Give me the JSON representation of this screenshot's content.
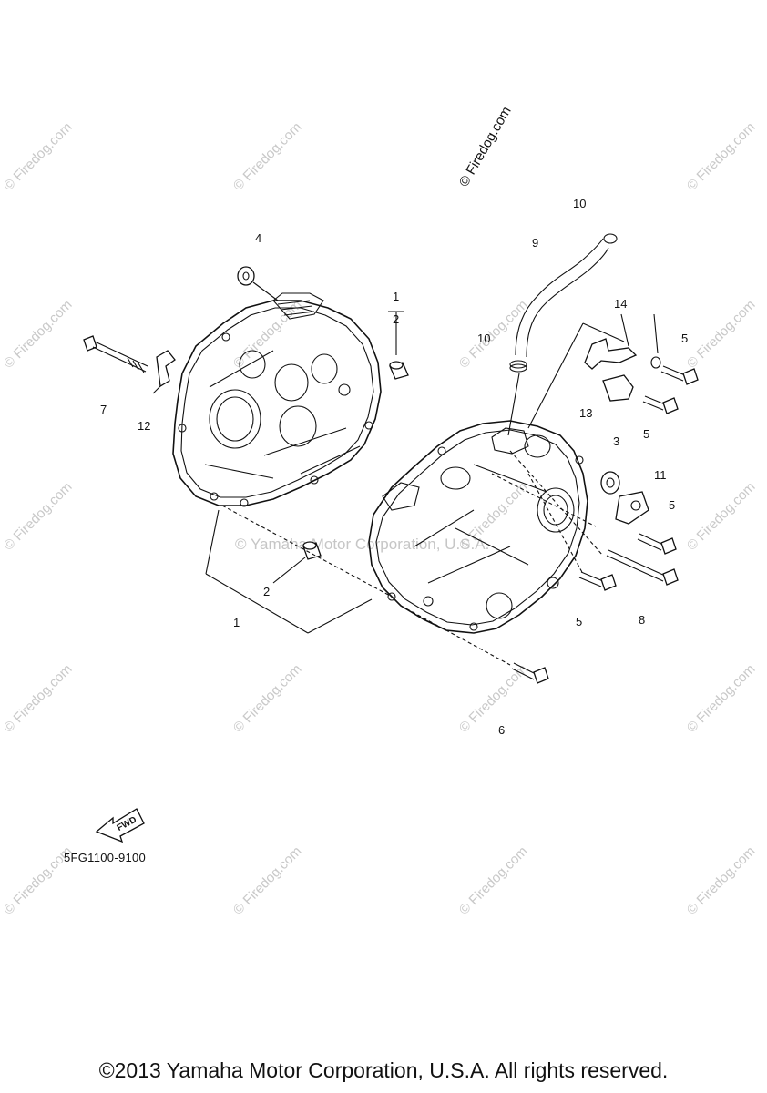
{
  "watermark_top": "© Firedog.com",
  "watermark_repeat": "© Firedog.com",
  "watermark_center": "© Yamaha Motor Corporation, U.S.A.",
  "fwd_label": "FWD",
  "part_code": "5FG1100-9100",
  "copyright": "©2013 Yamaha Motor Corporation, U.S.A. All rights reserved.",
  "callouts": {
    "c1a": "1",
    "c2a": "2",
    "c1b": "1",
    "c2b": "2",
    "c3": "3",
    "c4": "4",
    "c5a": "5",
    "c5b": "5",
    "c5c": "5",
    "c5d": "5",
    "c6": "6",
    "c7": "7",
    "c8": "8",
    "c9": "9",
    "c10a": "10",
    "c10b": "10",
    "c11": "11",
    "c12": "12",
    "c13": "13",
    "c14": "14"
  }
}
